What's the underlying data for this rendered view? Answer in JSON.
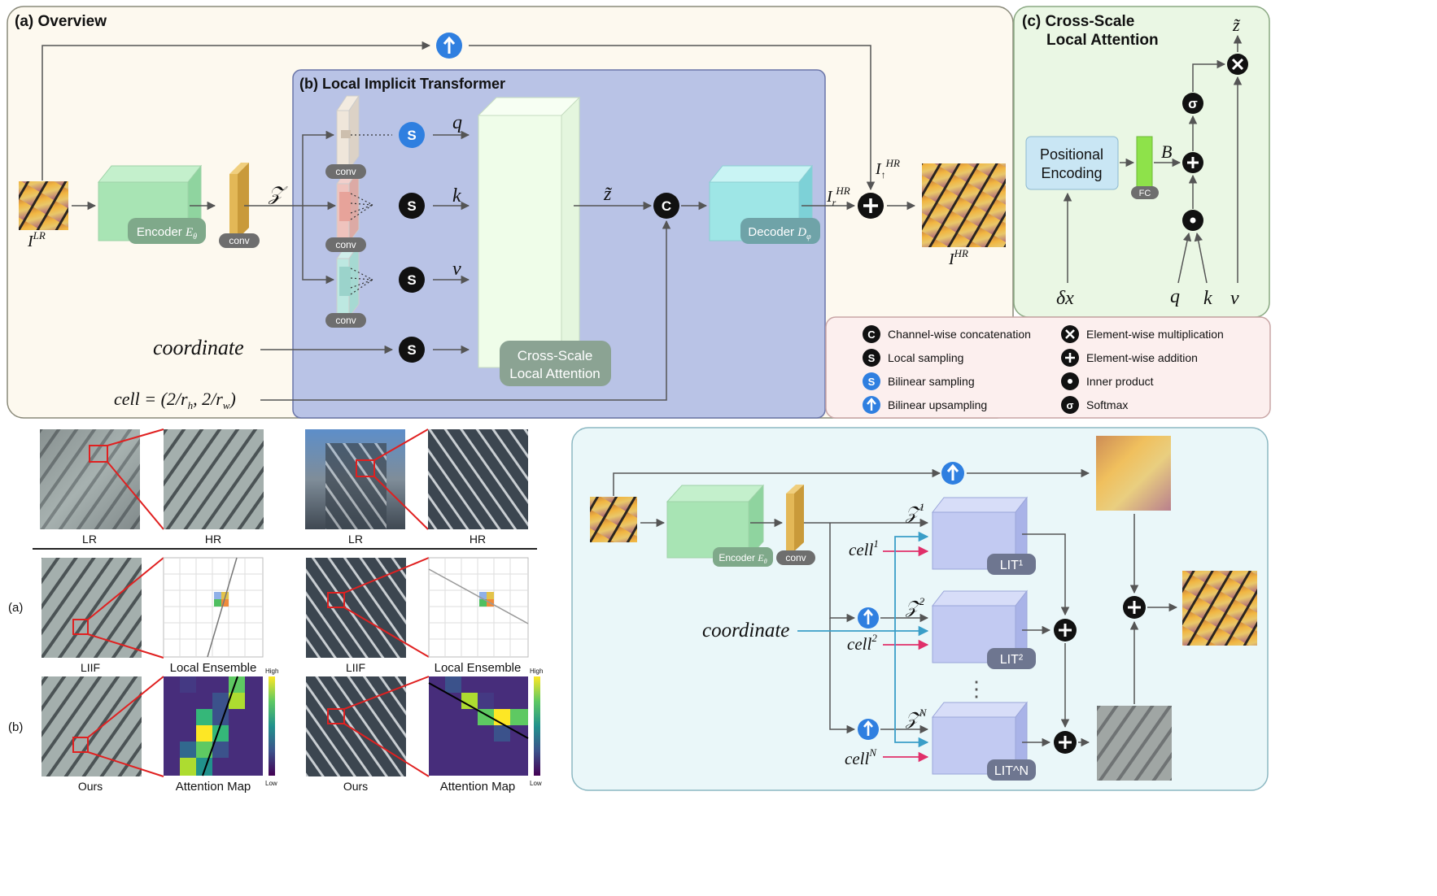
{
  "overview": {
    "title": "(a) Overview",
    "input_label": "I^LR",
    "encoder_label": "Encoder E_θ",
    "conv_label": "conv",
    "z_label": "Z",
    "output_label": "I^HR",
    "upsampled_label": "I↑^HR",
    "residual_label": "I_r^HR",
    "coordinate_label": "coordinate",
    "cell_label": "cell = (2/r_h, 2/r_w)"
  },
  "lit": {
    "title": "(b) Local Implicit Transformer",
    "conv_labels": [
      "conv",
      "conv",
      "conv"
    ],
    "q_label": "q",
    "k_label": "k",
    "v_label": "v",
    "z_tilde_label": "z̃",
    "attention_label_line1": "Cross-Scale",
    "attention_label_line2": "Local Attention",
    "decoder_label": "Decoder D_φ"
  },
  "csla": {
    "title_line1": "(c) Cross-Scale",
    "title_line2": "Local Attention",
    "pe_line1": "Positional",
    "pe_line2": "Encoding",
    "fc_label": "FC",
    "b_label": "B",
    "dx_label": "δx",
    "q_label": "q",
    "k_label": "k",
    "v_label": "v",
    "out_label": "z̃"
  },
  "legend": [
    {
      "glyph": "C",
      "text": "Channel-wise concatenation"
    },
    {
      "glyph": "S",
      "text": "Local sampling"
    },
    {
      "glyph": "S",
      "text": "Bilinear sampling"
    },
    {
      "glyph": "↑",
      "text": "Bilinear upsampling"
    },
    {
      "glyph": "×",
      "text": "Element-wise multiplication"
    },
    {
      "glyph": "+",
      "text": "Element-wise addition"
    },
    {
      "glyph": "•",
      "text": "Inner product"
    },
    {
      "glyph": "σ",
      "text": "Softmax"
    }
  ],
  "comparison": {
    "top_labels": [
      "LR",
      "HR",
      "LR",
      "HR"
    ],
    "row_a": "(a)",
    "row_b": "(b)",
    "liif_labels": [
      "LIIF",
      "Local Ensemble",
      "LIIF",
      "Local Ensemble"
    ],
    "ours_labels": [
      "Ours",
      "Attention Map",
      "Ours",
      "Attention Map"
    ],
    "colorbar_high": "High",
    "colorbar_low": "Low"
  },
  "cascade": {
    "encoder_label": "Encoder E_θ",
    "conv_label": "conv",
    "coordinate_label": "coordinate",
    "z_labels": [
      "Z¹",
      "Z²",
      "Z^N"
    ],
    "cell_labels": [
      "cell¹",
      "cell²",
      "cell^N"
    ],
    "lit_labels": [
      "LIT¹",
      "LIT²",
      "LIT^N"
    ],
    "dots": "⋮"
  },
  "colors": {
    "overview_bg": "#fdf9ef",
    "lit_bg": "#b9c3e6",
    "csla_bg": "#eaf7e4",
    "legend_bg": "#fcefee",
    "cascade_bg": "#eaf7f9",
    "encoder": "#a8e4b4",
    "conv": "#e3b857",
    "decoder": "#9ee6e6",
    "blue_op": "#2f7fe0",
    "pe": "#c9e6f4",
    "fc": "#8ee24a",
    "lit_block": "#c2caf2"
  }
}
